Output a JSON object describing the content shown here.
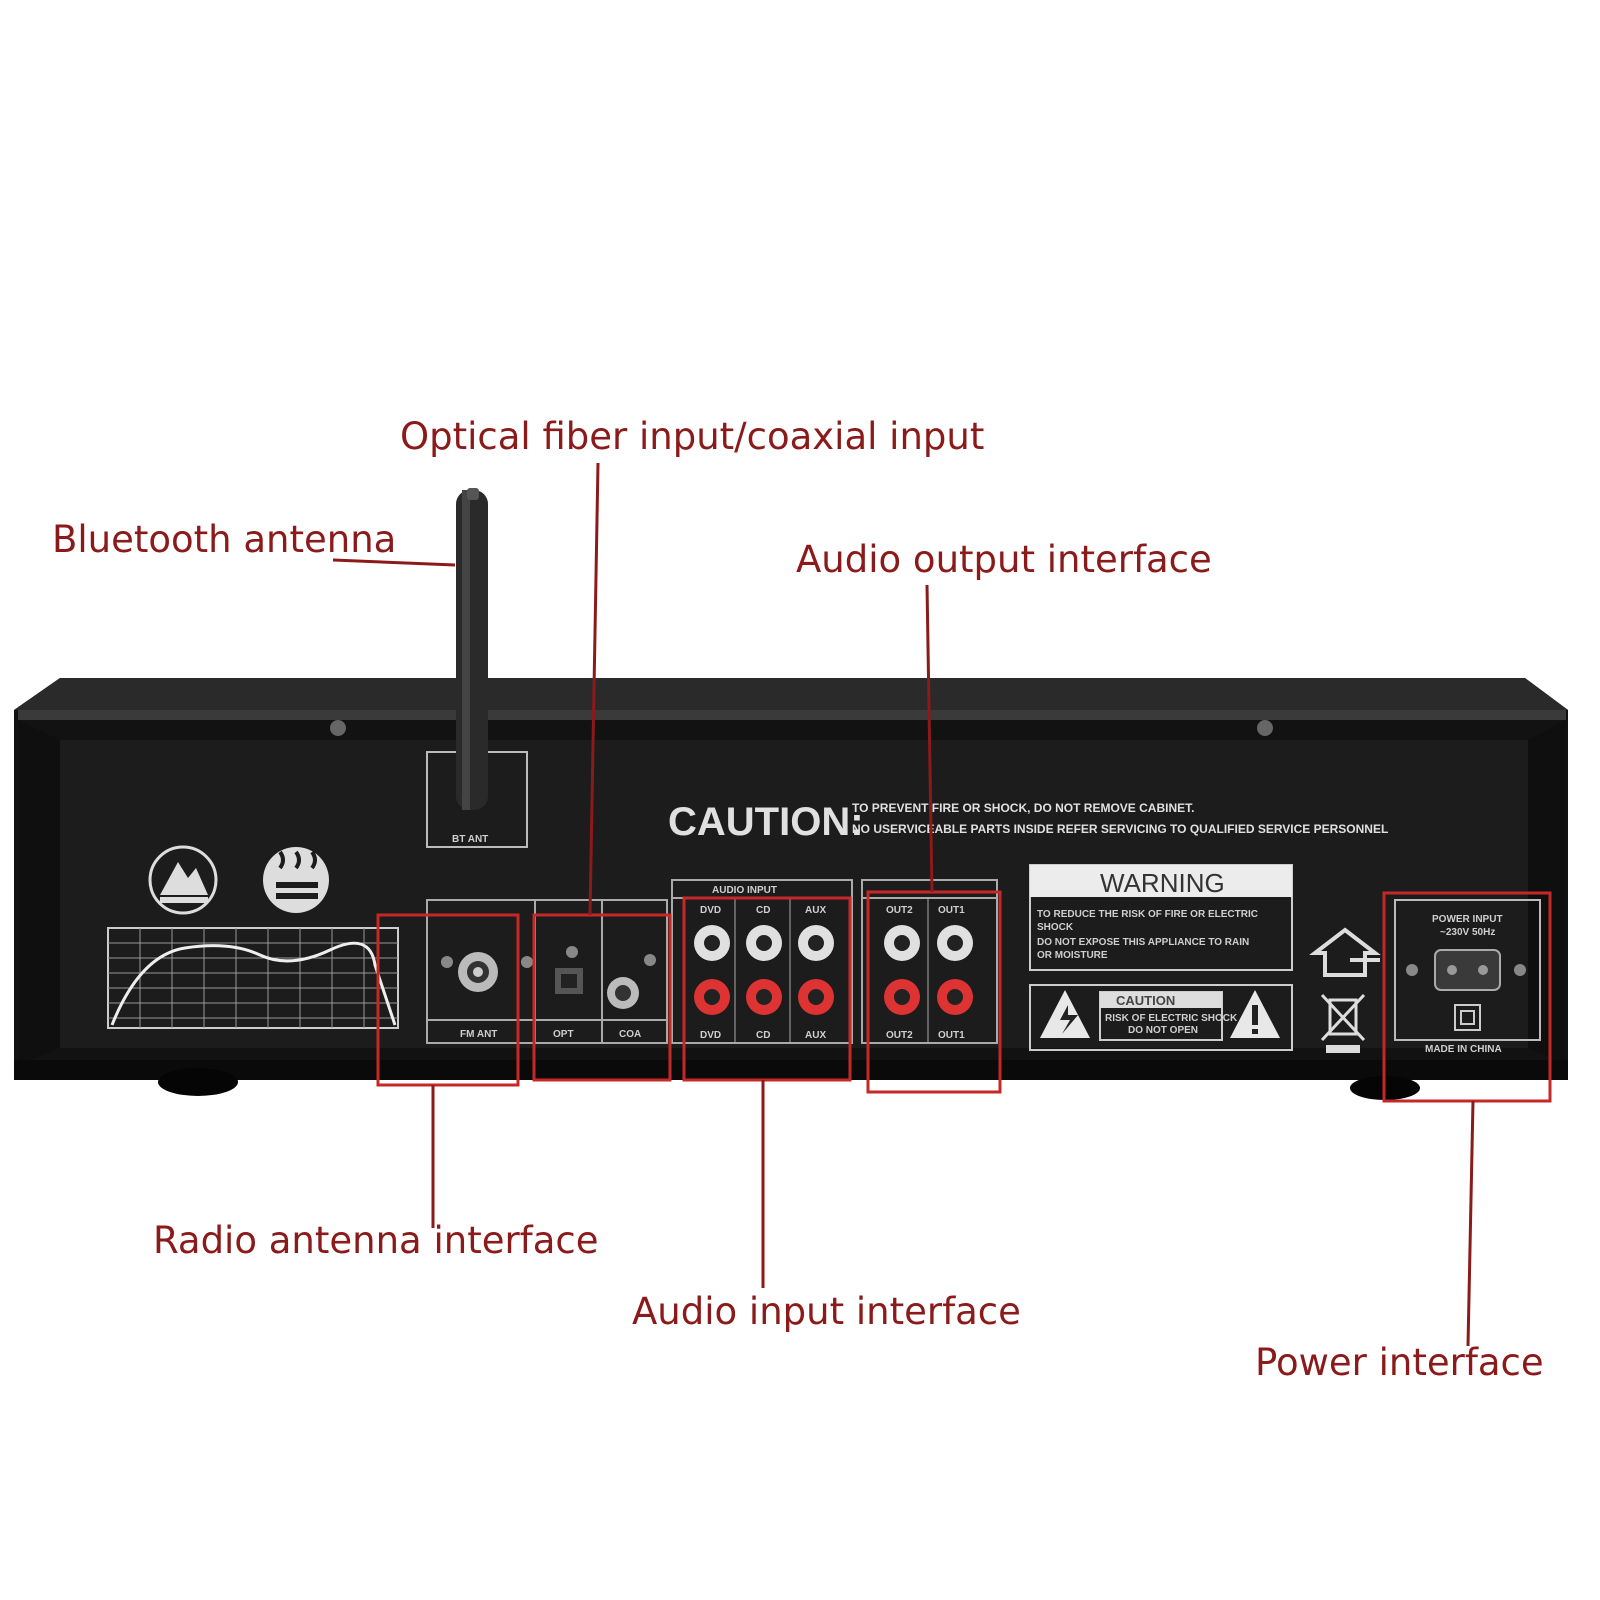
{
  "callouts": {
    "optical": "Optical fiber input/coaxial input",
    "bluetooth": "Bluetooth antenna",
    "audio_output": "Audio output interface",
    "radio": "Radio antenna interface",
    "audio_input": "Audio input interface",
    "power": "Power interface"
  },
  "panel": {
    "caution_title": "CAUTION:",
    "caution_line1": "TO PREVENT FIRE OR SHOCK, DO NOT REMOVE CABINET.",
    "caution_line2": "NO USERVICEABLE PARTS INSIDE REFER SERVICING TO QUALIFIED SERVICE PERSONNEL",
    "warning_title": "WARNING",
    "warning_line1": "TO REDUCE THE RISK OF FIRE OR ELECTRIC",
    "warning_line2": "SHOCK",
    "warning_line3": "DO NOT EXPOSE THIS APPLIANCE TO RAIN",
    "warning_line4": "OR MOISTURE",
    "caution_small_title": "CAUTION",
    "caution_small_line1": "RISK OF ELECTRIC SHOCK",
    "caution_small_line2": "DO NOT OPEN",
    "bt_ant": "BT ANT",
    "fm_ant": "FM ANT",
    "opt": "OPT",
    "coa": "COA",
    "audio_input": "AUDIO INPUT",
    "dvd": "DVD",
    "cd": "CD",
    "aux": "AUX",
    "out2": "OUT2",
    "out1": "OUT1",
    "power_input": "POWER INPUT",
    "power_rating": "~230V 50Hz",
    "made_in": "MADE IN CHINA"
  },
  "colors": {
    "annotation": "#8b1a1a",
    "box": "#c62828",
    "device_body": "#1c1c1c"
  },
  "icons": [
    "antenna-icon",
    "rca-jack-icon",
    "optical-jack-icon",
    "power-socket-icon",
    "warning-triangle-icon",
    "home-icon",
    "recycle-bin-icon",
    "mountain-emblem-icon",
    "heat-emblem-icon",
    "frequency-graph-icon"
  ]
}
